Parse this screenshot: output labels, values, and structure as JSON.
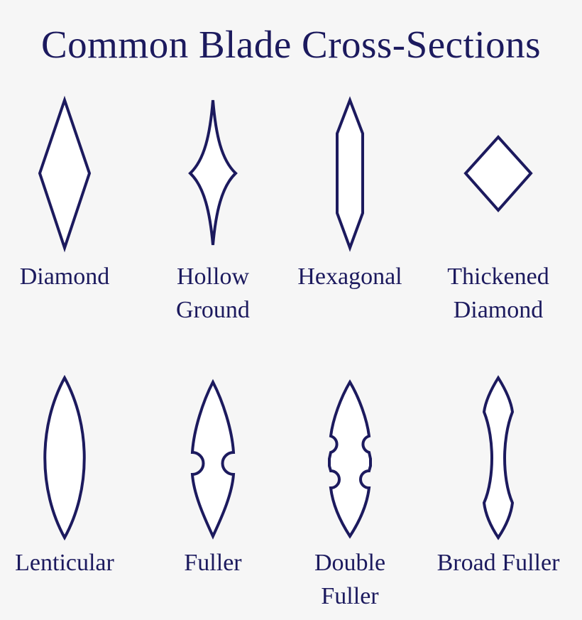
{
  "title": "Common Blade Cross-Sections",
  "colors": {
    "ink": "#1c1a5e",
    "fill": "#ffffff",
    "background": "#f6f6f6"
  },
  "sections": [
    {
      "id": "diamond",
      "label_lines": [
        "Diamond"
      ]
    },
    {
      "id": "hollow-ground",
      "label_lines": [
        "Hollow",
        "Ground"
      ]
    },
    {
      "id": "hexagonal",
      "label_lines": [
        "Hexagonal"
      ]
    },
    {
      "id": "thickened-diamond",
      "label_lines": [
        "Thickened",
        "Diamond"
      ]
    },
    {
      "id": "lenticular",
      "label_lines": [
        "Lenticular"
      ]
    },
    {
      "id": "fuller",
      "label_lines": [
        "Fuller"
      ]
    },
    {
      "id": "double-fuller",
      "label_lines": [
        "Double",
        "Fuller"
      ]
    },
    {
      "id": "broad-fuller",
      "label_lines": [
        "Broad Fuller"
      ]
    }
  ]
}
